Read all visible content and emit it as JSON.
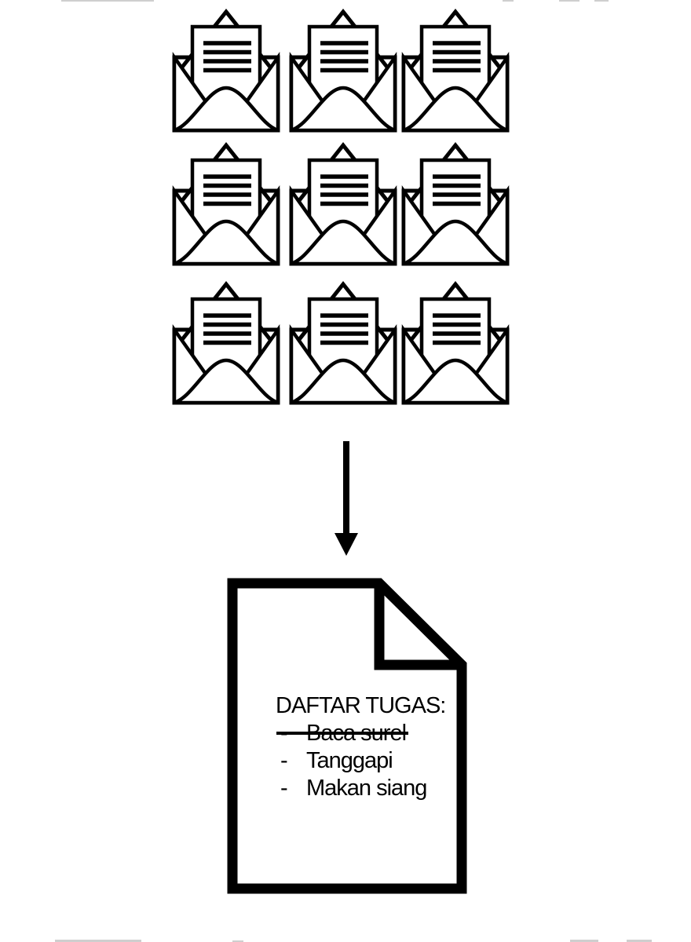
{
  "colors": {
    "ink": "#000000",
    "paper": "#ffffff"
  },
  "envelopes": {
    "icon": "open-envelope-letter-icon",
    "count": 9,
    "rows": 3,
    "columns": 3
  },
  "arrow": {
    "icon": "arrow-down-icon",
    "direction": "down"
  },
  "note": {
    "title": "DAFTAR TUGAS:",
    "items": [
      {
        "marker": "-",
        "text": "Baca surel",
        "struck": true
      },
      {
        "marker": "-",
        "text": "Tanggapi",
        "struck": false
      },
      {
        "marker": "-",
        "text": "Makan siang",
        "struck": false
      }
    ]
  }
}
